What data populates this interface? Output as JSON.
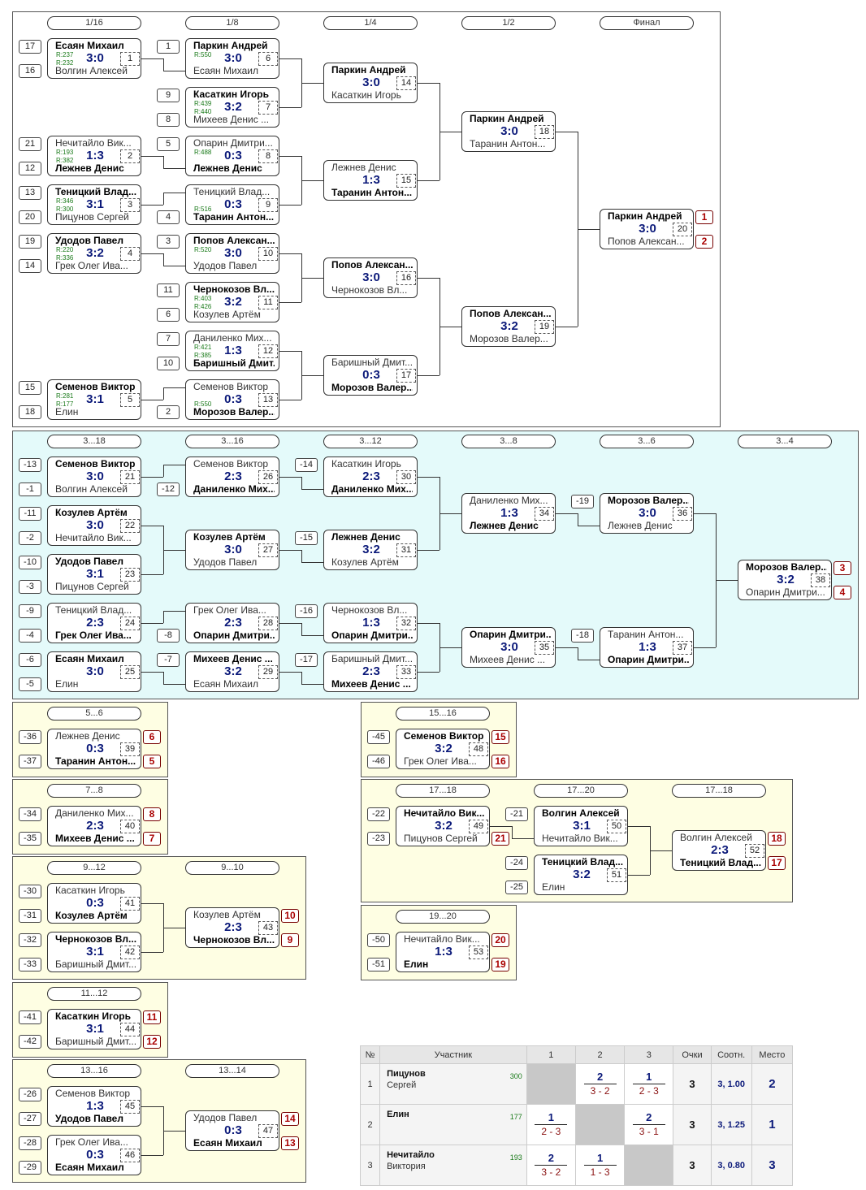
{
  "rounds": {
    "main": [
      "1/16",
      "1/8",
      "1/4",
      "1/2",
      "Финал"
    ],
    "cons": [
      "3...18",
      "3...16",
      "3...12",
      "3...8",
      "3...6",
      "3...4"
    ],
    "p56": "5...6",
    "p78": "7...8",
    "p912": [
      "9...12",
      "9...10"
    ],
    "p1112": "11...12",
    "p1316": [
      "13...16",
      "13...14"
    ],
    "p1516": "15...16",
    "p1720": [
      "17...18",
      "17...20",
      "17...18"
    ],
    "p1920": "19...20"
  },
  "matches": {
    "m1": {
      "num": "1",
      "score": "3:0",
      "p1": "Есаян Михаил",
      "p2": "Волгин Алексей",
      "r1": "R:237",
      "r2": "R:232",
      "s1": "17",
      "s2": "16"
    },
    "m2": {
      "num": "2",
      "score": "1:3",
      "p1": "Нечитайло Вик...",
      "p2": "Лежнев Денис",
      "r1": "R:193",
      "r2": "R:382",
      "s1": "21",
      "s2": "12"
    },
    "m3": {
      "num": "3",
      "score": "3:1",
      "p1": "Теницкий Влад...",
      "p2": "Пицунов Сергей",
      "r1": "R:346",
      "r2": "R:300",
      "s1": "13",
      "s2": "20"
    },
    "m4": {
      "num": "4",
      "score": "3:2",
      "p1": "Удодов Павел",
      "p2": "Грек Олег Ива...",
      "r1": "R:220",
      "r2": "R:336",
      "s1": "19",
      "s2": "14"
    },
    "m5": {
      "num": "5",
      "score": "3:1",
      "p1": "Семенов Виктор",
      "p2": "Елин",
      "r1": "R:281",
      "r2": "R:177",
      "s1": "15",
      "s2": "18"
    },
    "m6": {
      "num": "6",
      "score": "3:0",
      "p1": "Паркин Андрей",
      "p2": "Есаян Михаил",
      "r1": "R:550",
      "r2": "",
      "s1": "1"
    },
    "m7": {
      "num": "7",
      "score": "3:2",
      "p1": "Касаткин Игорь",
      "p2": "Михеев Денис ...",
      "r1": "R:439",
      "r2": "R:440",
      "s1": "9",
      "s2": "8"
    },
    "m8": {
      "num": "8",
      "score": "0:3",
      "p1": "Опарин Дмитри...",
      "p2": "Лежнев Денис",
      "r1": "R:488",
      "r2": "",
      "s1": "5"
    },
    "m9": {
      "num": "9",
      "score": "0:3",
      "p1": "Теницкий Влад...",
      "p2": "Таранин Антон...",
      "r1": "",
      "r2": "R:516",
      "s2": "4"
    },
    "m10": {
      "num": "10",
      "score": "3:0",
      "p1": "Попов Алексан...",
      "p2": "Удодов Павел",
      "r1": "R:520",
      "r2": "",
      "s1": "3"
    },
    "m11": {
      "num": "11",
      "score": "3:2",
      "p1": "Чернокозов Вл...",
      "p2": "Козулев Артём",
      "r1": "R:403",
      "r2": "R:426",
      "s1": "11",
      "s2": "6"
    },
    "m12": {
      "num": "12",
      "score": "1:3",
      "p1": "Даниленко Мих...",
      "p2": "Баришный Дмит...",
      "r1": "R:421",
      "r2": "R:385",
      "s1": "7",
      "s2": "10"
    },
    "m13": {
      "num": "13",
      "score": "0:3",
      "p1": "Семенов Виктор",
      "p2": "Морозов Валер...",
      "r1": "",
      "r2": "R:550",
      "s2": "2"
    },
    "m14": {
      "num": "14",
      "score": "3:0",
      "p1": "Паркин Андрей",
      "p2": "Касаткин Игорь"
    },
    "m15": {
      "num": "15",
      "score": "1:3",
      "p1": "Лежнев Денис",
      "p2": "Таранин Антон..."
    },
    "m16": {
      "num": "16",
      "score": "3:0",
      "p1": "Попов Алексан...",
      "p2": "Чернокозов Вл..."
    },
    "m17": {
      "num": "17",
      "score": "0:3",
      "p1": "Баришный Дмит...",
      "p2": "Морозов Валер..."
    },
    "m18": {
      "num": "18",
      "score": "3:0",
      "p1": "Паркин Андрей",
      "p2": "Таранин Антон..."
    },
    "m19": {
      "num": "19",
      "score": "3:2",
      "p1": "Попов Алексан...",
      "p2": "Морозов Валер..."
    },
    "m20": {
      "num": "20",
      "score": "3:0",
      "p1": "Паркин Андрей",
      "p2": "Попов Алексан...",
      "pl1": "1",
      "pl2": "2"
    },
    "m21": {
      "num": "21",
      "score": "3:0",
      "p1": "Семенов Виктор",
      "p2": "Волгин Алексей",
      "s1": "-13",
      "s2": "-1"
    },
    "m22": {
      "num": "22",
      "score": "3:0",
      "p1": "Козулев Артём",
      "p2": "Нечитайло Вик...",
      "s1": "-11",
      "s2": "-2"
    },
    "m23": {
      "num": "23",
      "score": "3:1",
      "p1": "Удодов Павел",
      "p2": "Пицунов Сергей",
      "s1": "-10",
      "s2": "-3"
    },
    "m24": {
      "num": "24",
      "score": "2:3",
      "p1": "Теницкий Влад...",
      "p2": "Грек Олег Ива...",
      "s1": "-9",
      "s2": "-4"
    },
    "m25": {
      "num": "25",
      "score": "3:0",
      "p1": "Есаян Михаил",
      "p2": "Елин",
      "s1": "-6",
      "s2": "-5"
    },
    "m26": {
      "num": "26",
      "score": "2:3",
      "p1": "Семенов Виктор",
      "p2": "Даниленко Мих...",
      "s2": "-12"
    },
    "m27": {
      "num": "27",
      "score": "3:0",
      "p1": "Козулев Артём",
      "p2": "Удодов Павел"
    },
    "m28": {
      "num": "28",
      "score": "2:3",
      "p1": "Грек Олег Ива...",
      "p2": "Опарин Дмитри...",
      "s2": "-8"
    },
    "m29": {
      "num": "29",
      "score": "3:2",
      "p1": "Михеев Денис ...",
      "p2": "Есаян Михаил",
      "s1": "-7"
    },
    "m30": {
      "num": "30",
      "score": "2:3",
      "p1": "Касаткин Игорь",
      "p2": "Даниленко Мих...",
      "s1": "-14"
    },
    "m31": {
      "num": "31",
      "score": "3:2",
      "p1": "Лежнев Денис",
      "p2": "Козулев Артём",
      "s1": "-15"
    },
    "m32": {
      "num": "32",
      "score": "1:3",
      "p1": "Чернокозов Вл...",
      "p2": "Опарин Дмитри...",
      "s1": "-16"
    },
    "m33": {
      "num": "33",
      "score": "2:3",
      "p1": "Баришный Дмит...",
      "p2": "Михеев Денис ...",
      "s1": "-17"
    },
    "m34": {
      "num": "34",
      "score": "1:3",
      "p1": "Даниленко Мих...",
      "p2": "Лежнев Денис"
    },
    "m35": {
      "num": "35",
      "score": "3:0",
      "p1": "Опарин Дмитри...",
      "p2": "Михеев Денис ..."
    },
    "m36": {
      "num": "36",
      "score": "3:0",
      "p1": "Морозов Валер...",
      "p2": "Лежнев Денис",
      "s1": "-19"
    },
    "m37": {
      "num": "37",
      "score": "1:3",
      "p1": "Таранин Антон...",
      "p2": "Опарин Дмитри...",
      "s1": "-18"
    },
    "m38": {
      "num": "38",
      "score": "3:2",
      "p1": "Морозов Валер...",
      "p2": "Опарин Дмитри...",
      "pl1": "3",
      "pl2": "4"
    },
    "m39": {
      "num": "39",
      "score": "0:3",
      "p1": "Лежнев Денис",
      "p2": "Таранин Антон...",
      "s1": "-36",
      "s2": "-37",
      "pl1": "6",
      "pl2": "5"
    },
    "m40": {
      "num": "40",
      "score": "2:3",
      "p1": "Даниленко Мих...",
      "p2": "Михеев Денис ...",
      "s1": "-34",
      "s2": "-35",
      "pl1": "8",
      "pl2": "7"
    },
    "m41": {
      "num": "41",
      "score": "0:3",
      "p1": "Касаткин Игорь",
      "p2": "Козулев Артём",
      "s1": "-30",
      "s2": "-31"
    },
    "m42": {
      "num": "42",
      "score": "3:1",
      "p1": "Чернокозов Вл...",
      "p2": "Баришный Дмит...",
      "s1": "-32",
      "s2": "-33"
    },
    "m43": {
      "num": "43",
      "score": "2:3",
      "p1": "Козулев Артём",
      "p2": "Чернокозов Вл...",
      "pl1": "10",
      "pl2": "9"
    },
    "m44": {
      "num": "44",
      "score": "3:1",
      "p1": "Касаткин Игорь",
      "p2": "Баришный Дмит...",
      "s1": "-41",
      "s2": "-42",
      "pl1": "11",
      "pl2": "12"
    },
    "m45": {
      "num": "45",
      "score": "1:3",
      "p1": "Семенов Виктор",
      "p2": "Удодов Павел",
      "s1": "-26",
      "s2": "-27"
    },
    "m46": {
      "num": "46",
      "score": "0:3",
      "p1": "Грек Олег Ива...",
      "p2": "Есаян Михаил",
      "s1": "-28",
      "s2": "-29"
    },
    "m47": {
      "num": "47",
      "score": "0:3",
      "p1": "Удодов Павел",
      "p2": "Есаян Михаил",
      "pl1": "14",
      "pl2": "13"
    },
    "m48": {
      "num": "48",
      "score": "3:2",
      "p1": "Семенов Виктор",
      "p2": "Грек Олег Ива...",
      "s1": "-45",
      "s2": "-46",
      "pl1": "15",
      "pl2": "16"
    },
    "m49": {
      "num": "49",
      "score": "3:2",
      "p1": "Нечитайло Вик...",
      "p2": "Пицунов Сергей",
      "s1": "-22",
      "s2": "-23",
      "pl2": "21"
    },
    "m50": {
      "num": "50",
      "score": "3:1",
      "p1": "Волгин Алексей",
      "p2": "Нечитайло Вик...",
      "s1": "-21"
    },
    "m51": {
      "num": "51",
      "score": "3:2",
      "p1": "Теницкий Влад...",
      "p2": "Елин",
      "s1": "-24",
      "s2": "-25"
    },
    "m52": {
      "num": "52",
      "score": "2:3",
      "p1": "Волгин Алексей",
      "p2": "Теницкий Влад...",
      "pl1": "18",
      "pl2": "17"
    },
    "m53": {
      "num": "53",
      "score": "1:3",
      "p1": "Нечитайло Вик...",
      "p2": "Елин",
      "s1": "-50",
      "s2": "-51",
      "pl1": "20",
      "pl2": "19"
    }
  },
  "rr": {
    "headers": [
      "№",
      "Участник",
      "1",
      "2",
      "3",
      "Очки",
      "Соотн.",
      "Место"
    ],
    "rows": [
      {
        "n": "1",
        "name": "Пицунов",
        "first": "Сергей",
        "rating": "300",
        "c": [
          null,
          {
            "t": "2",
            "b": "3 - 2"
          },
          {
            "t": "1",
            "b": "2 - 3"
          }
        ],
        "pts": "3",
        "ratio": "3, 1.00",
        "place": "2"
      },
      {
        "n": "2",
        "name": "Елин",
        "first": "",
        "rating": "177",
        "c": [
          {
            "t": "1",
            "b": "2 - 3"
          },
          null,
          {
            "t": "2",
            "b": "3 - 1"
          }
        ],
        "pts": "3",
        "ratio": "3, 1.25",
        "place": "1"
      },
      {
        "n": "3",
        "name": "Нечитайло",
        "first": "Виктория",
        "rating": "193",
        "c": [
          {
            "t": "2",
            "b": "3 - 2"
          },
          {
            "t": "1",
            "b": "1 - 3"
          },
          null
        ],
        "pts": "3",
        "ratio": "3, 0.80",
        "place": "3"
      }
    ]
  }
}
